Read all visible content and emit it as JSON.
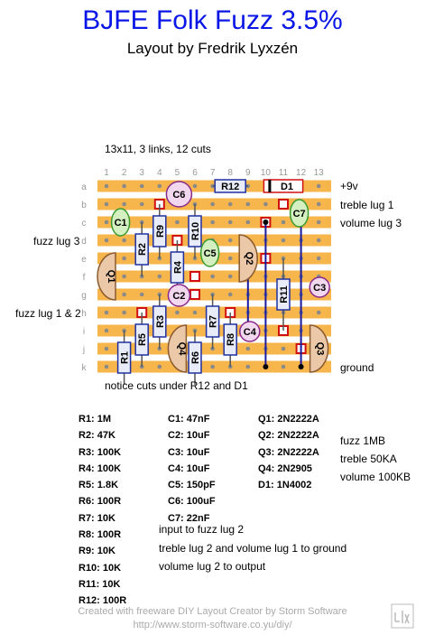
{
  "title": "BJFE Folk Fuzz 3.5%",
  "subtitle": "Layout by Fredrik Lyxzén",
  "board_info": "13x11, 3 links, 12 cuts",
  "cuts_notice": "notice cuts under R12 and D1",
  "columns": [
    "1",
    "2",
    "3",
    "4",
    "5",
    "6",
    "7",
    "8",
    "9",
    "10",
    "11",
    "12",
    "13"
  ],
  "rows": [
    "a",
    "b",
    "c",
    "d",
    "e",
    "f",
    "g",
    "h",
    "i",
    "j",
    "k"
  ],
  "colors": {
    "strip": "#f6b64c",
    "hole": "#8a8a8a",
    "cut": "#ffffff",
    "link": "#1a1aa0",
    "title": "#0a16e6"
  },
  "connection_labels": {
    "plus9v": "+9v",
    "treble1": "treble lug 1",
    "volume3": "volume lug 3",
    "fuzz3": "fuzz lug 3",
    "fuzz12": "fuzz lug 1 & 2",
    "ground": "ground"
  },
  "components": {
    "R12": "R12",
    "D1": "D1",
    "C6": "C6",
    "C1": "C1",
    "R9": "R9",
    "R10": "R10",
    "C7": "C7",
    "R2": "R2",
    "R4": "R4",
    "C5": "C5",
    "Q2": "Q2",
    "Q1": "Q1",
    "R11": "R11",
    "C3": "C3",
    "C2": "C2",
    "R3": "R3",
    "R5": "R5",
    "R7": "R7",
    "R8": "R8",
    "C4": "C4",
    "R1": "R1",
    "Q4": "Q4",
    "R6": "R6",
    "Q3": "Q3"
  },
  "parts": {
    "resistors": [
      "R1: 1M",
      "R2: 47K",
      "R3: 100K",
      "R4: 100K",
      "R5: 1.8K",
      "R6: 100R",
      "R7: 10K",
      "R8: 100R",
      "R9: 10K",
      "R10: 10K",
      "R11: 10K",
      "R12: 100R"
    ],
    "capacitors": [
      "C1: 47nF",
      "C2: 10uF",
      "C3: 10uF",
      "C4: 10uF",
      "C5: 150pF",
      "C6: 100uF",
      "C7: 22nF"
    ],
    "semis": [
      "Q1: 2N2222A",
      "Q2: 2N2222A",
      "Q3: 2N2222A",
      "Q4: 2N2905",
      "D1: 1N4002"
    ],
    "pots": [
      "fuzz 1MB",
      "treble 50KA",
      "volume 100KB"
    ]
  },
  "notes": [
    "input to fuzz lug 2",
    "treble lug 2 and volume lug 1 to ground",
    "volume lug 2 to output"
  ],
  "credit": {
    "line1": "Created with freeware DIY Layout Creator by Storm Software",
    "line2": "http://www.storm-software.co.yu/diy/"
  }
}
